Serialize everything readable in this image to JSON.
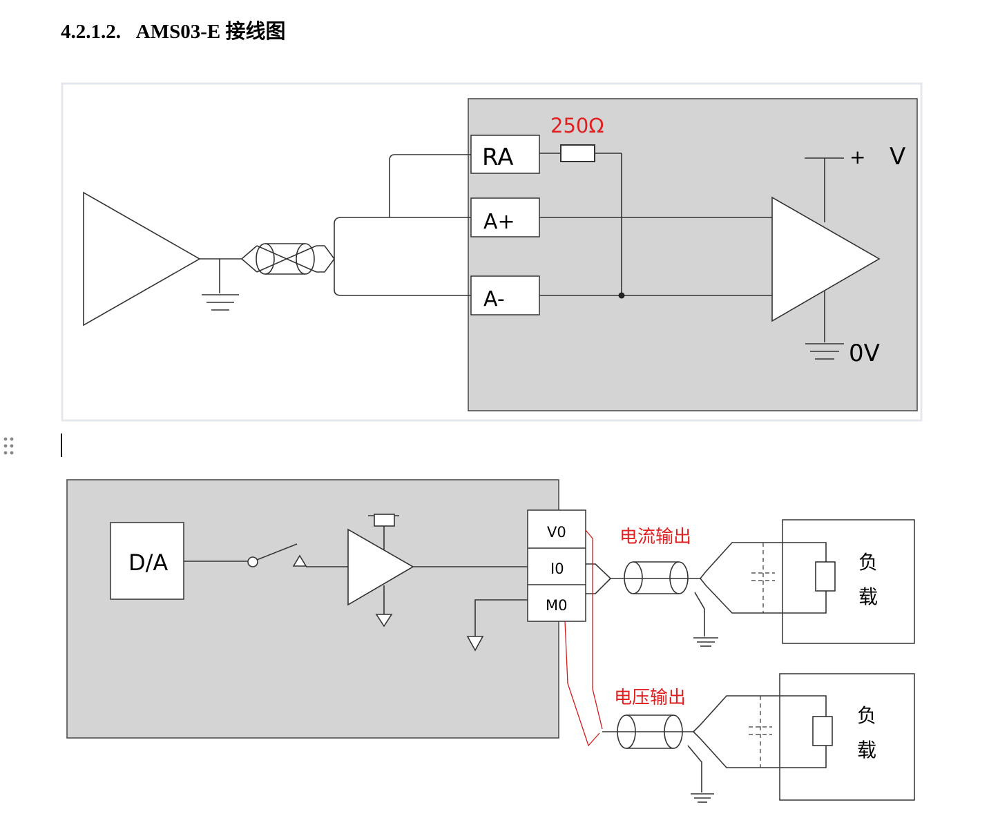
{
  "heading": {
    "number": "4.2.1.2.",
    "title": "AMS03-E 接线图"
  },
  "input_diagram": {
    "terminals": [
      "RA",
      "A+",
      "A-"
    ],
    "resistor_value": "250Ω",
    "supply_plus": "+",
    "supply_v": "V",
    "supply_zero": "0V"
  },
  "output_diagram": {
    "converter": "D/A",
    "terminals": [
      "V0",
      "I0",
      "M0"
    ],
    "current_output": "电流输出",
    "voltage_output": "电压输出",
    "load_line1": "负",
    "load_line2": "载"
  }
}
